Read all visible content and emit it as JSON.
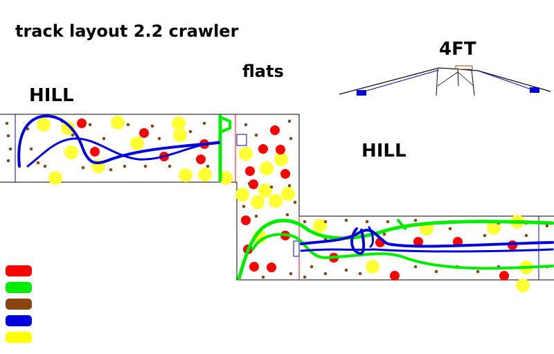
{
  "labels": {
    "title": "track layout 2.2 crawler",
    "flats": "flats",
    "hill_left": "HILL",
    "hill_right": "HILL",
    "height": "4FT"
  },
  "legend": {
    "swatches": [
      "#ff0000",
      "#00ee00",
      "#8b4513",
      "#0000dd",
      "#ffff00"
    ]
  },
  "colors": {
    "outline": "#000000",
    "edge_marker": "#0000cc",
    "section_divider": "#ff0000",
    "red_obstacle": "#ff0000",
    "yellow_obstacle": "#ffff33",
    "brown_obstacle": "#8b4513",
    "blue_line": "#0000dd",
    "green_line": "#00ee00"
  }
}
